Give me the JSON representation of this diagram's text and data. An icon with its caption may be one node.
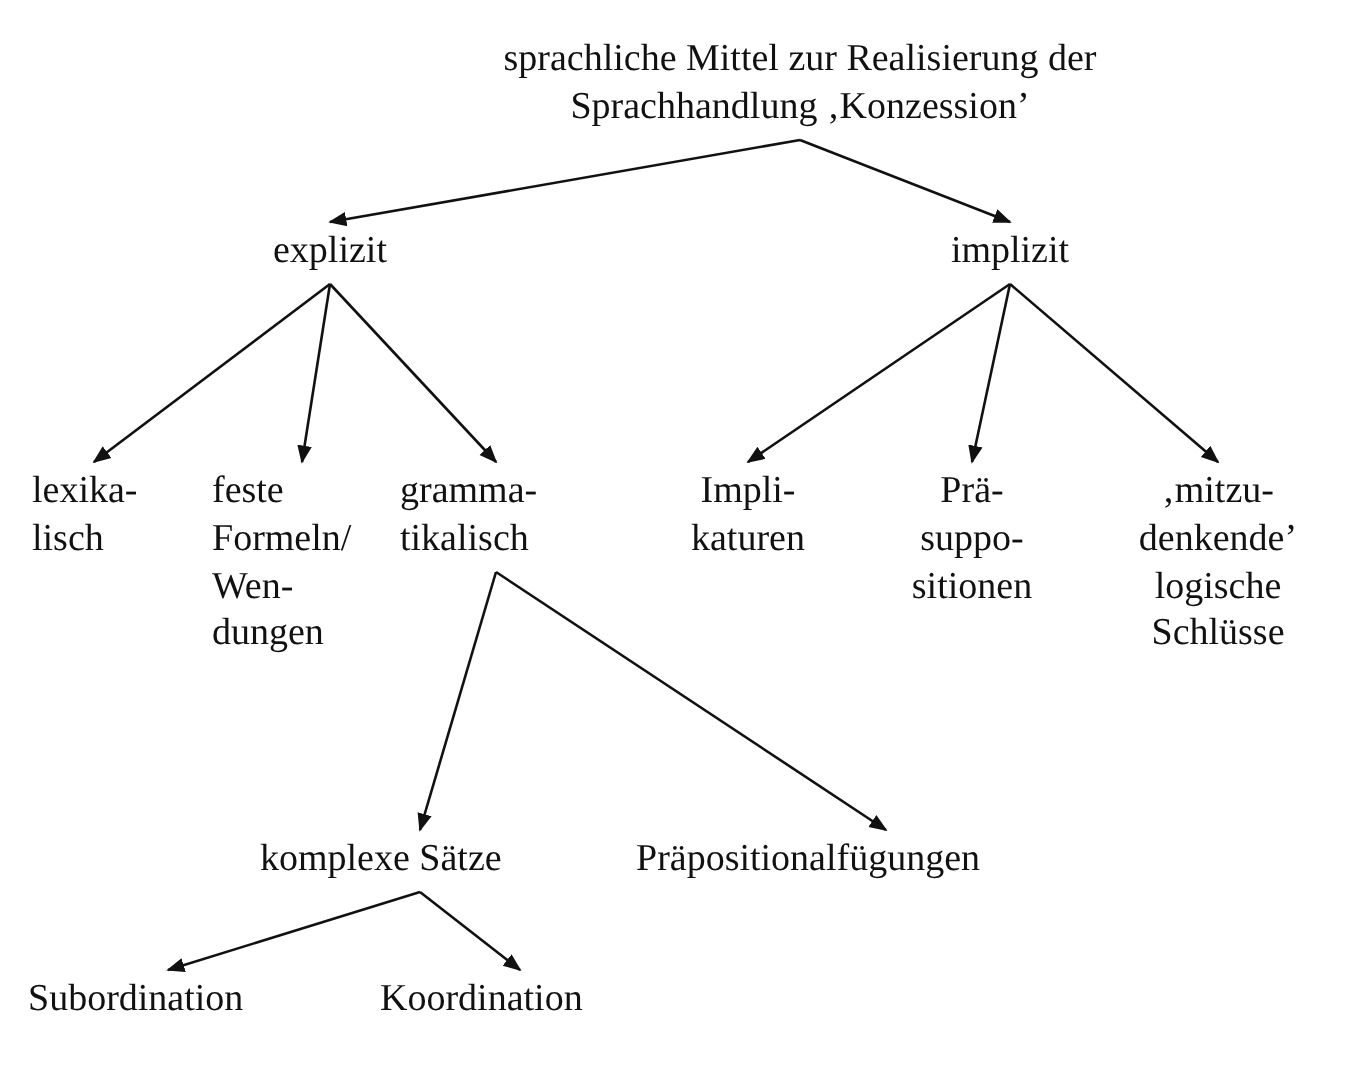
{
  "diagram": {
    "nodes": [
      {
        "text": [
          "sprachliche Mittel zur Realisierung der Sprachhandlung ‚Konzession’"
        ]
      },
      {
        "text": [
          "explizit"
        ]
      },
      {
        "text": [
          "implizit"
        ]
      },
      {
        "text": [
          "lexika- lisch"
        ]
      },
      {
        "text": [
          "feste Formeln/ Wen- dungen"
        ]
      },
      {
        "text": [
          "gramma- tikalisch"
        ]
      },
      {
        "text": [
          "Impli- katuren"
        ]
      },
      {
        "text": [
          "Prä- suppo- sitionen"
        ]
      },
      {
        "text": [
          "‚mitzu- denkende’ logische Schlüsse"
        ]
      },
      {
        "text": [
          "komplexe Sätze"
        ]
      },
      {
        "text": [
          "Präpositionalfügungen"
        ]
      },
      {
        "text": [
          "Subordination"
        ]
      },
      {
        "text": [
          "Koordination"
        ]
      }
    ],
    "edges": [
      {
        "from": 0,
        "to": 1,
        "arrow": "to"
      },
      {
        "from": 0,
        "to": 2,
        "arrow": "to"
      },
      {
        "from": 1,
        "to": 3,
        "arrow": "to"
      },
      {
        "from": 1,
        "to": 4,
        "arrow": "to"
      },
      {
        "from": 1,
        "to": 5,
        "arrow": "to"
      },
      {
        "from": 2,
        "to": 6,
        "arrow": "to"
      },
      {
        "from": 2,
        "to": 7,
        "arrow": "to"
      },
      {
        "from": 2,
        "to": 8,
        "arrow": "to"
      },
      {
        "from": 5,
        "to": 9,
        "arrow": "to"
      },
      {
        "from": 5,
        "to": 10,
        "arrow": "to"
      },
      {
        "from": 9,
        "to": 11,
        "arrow": "to"
      },
      {
        "from": 9,
        "to": 12,
        "arrow": "to"
      }
    ]
  }
}
